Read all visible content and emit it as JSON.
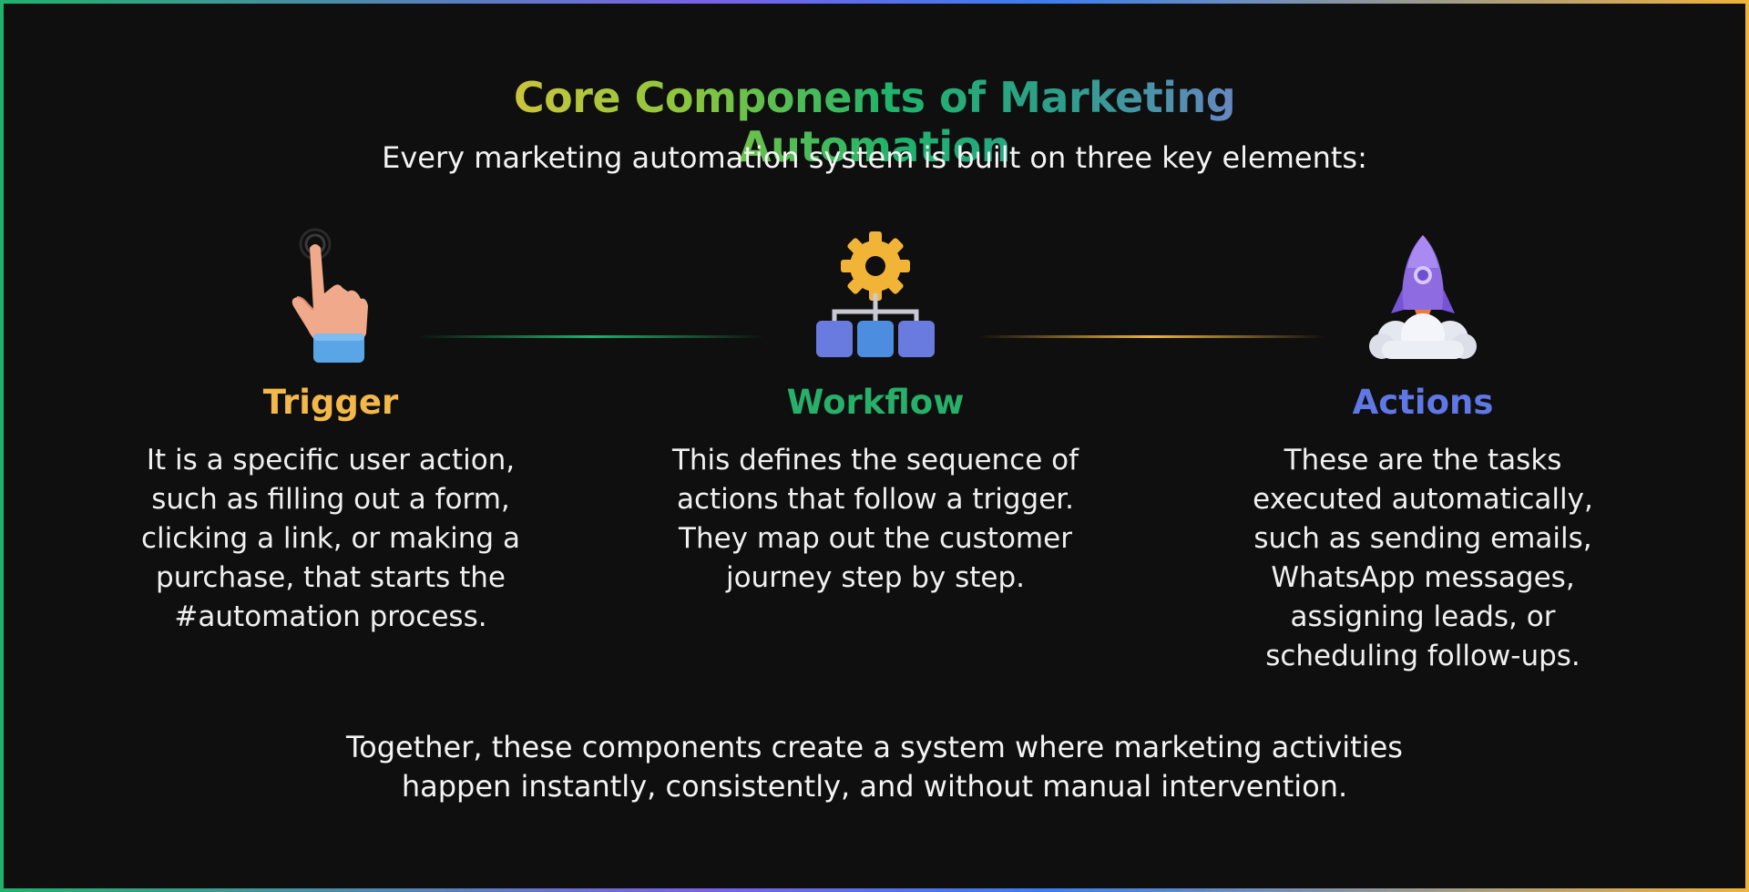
{
  "title": "Core Components of Marketing Automation",
  "subtitle": "Every marketing automation system is built on three key elements:",
  "components": [
    {
      "heading": "Trigger",
      "icon": "pointing-hand-icon",
      "color": "#f4b84a",
      "lines": [
        "It is a specific user action,",
        "such as filling out a form,",
        "clicking a link, or making a",
        "purchase, that starts the",
        "#automation process."
      ]
    },
    {
      "heading": "Workflow",
      "icon": "gear-flowchart-icon",
      "color": "#27b06a",
      "lines": [
        "This defines the sequence of",
        "actions that follow a trigger.",
        "They map out the customer",
        "journey step by step."
      ]
    },
    {
      "heading": "Actions",
      "icon": "rocket-icon",
      "color": "#6077e6",
      "lines": [
        "These are the tasks",
        "executed automatically,",
        "such as sending emails,",
        "WhatsApp messages,",
        "assigning leads, or",
        "scheduling follow-ups."
      ]
    }
  ],
  "connector_colors": [
    "#1fb36b",
    "#f0b23a"
  ],
  "footer": {
    "lines": [
      "Together, these components create a system where marketing activities",
      "happen instantly, consistently, and without manual intervention."
    ]
  }
}
